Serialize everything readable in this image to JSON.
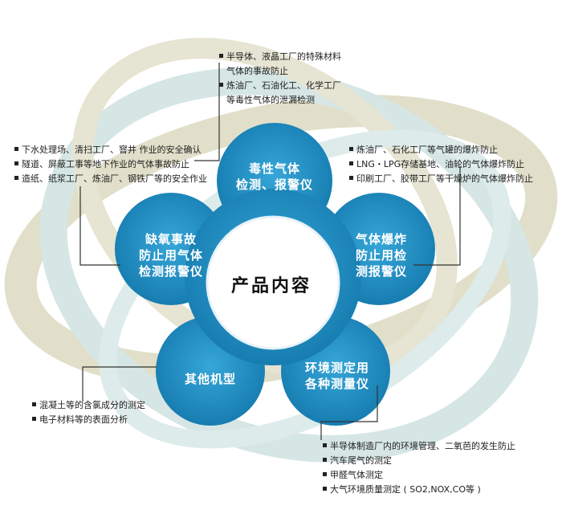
{
  "center_title": "产品内容",
  "petals": {
    "toxic": {
      "line1": "毒性气体",
      "line2": "检测、报警仪"
    },
    "oxygen": {
      "line1": "缺氧事故",
      "line2": "防止用气体",
      "line3": "检测报警仪"
    },
    "explosive": {
      "line1": "气体爆炸",
      "line2": "防止用检",
      "line3": "测报警仪"
    },
    "other": {
      "line1": "其他机型"
    },
    "environment": {
      "line1": "环境测定用",
      "line2": "各种测量仪"
    }
  },
  "notes": {
    "toxic": [
      "半导体、液晶工厂的特殊材料",
      "气体的事故防止",
      "炼油厂、石油化工、化学工厂",
      "等毒性气体的泄漏检测"
    ],
    "oxygen": [
      "下水处理场、清扫工厂、窨井 作业的安全确认",
      "隧道、屏蔽工事等地下作业的气体事故防止",
      "造纸、纸浆工厂、炼油厂、钢铁厂等的安全作业"
    ],
    "explosive": [
      "炼油厂、石化工厂等气罐的爆炸防止",
      "LNG・LPG存储基地、油轮的气体爆炸防止",
      "印刷工厂、胶带工厂等干燥炉的气体爆炸防止"
    ],
    "other": [
      "混凝土等的含氯成分的测定",
      "电子材料等的表面分析"
    ],
    "environment": [
      "半导体制造厂内的环境管理、二氧芭的发生防止",
      "汽车尾气的测定",
      "甲醛气体测定",
      "大气环境质量测定 ( SO2,NOX,CO等 )"
    ]
  },
  "colors": {
    "petal": "#1d8fc4",
    "petal_dark": "#0f6fa0",
    "ring_olive": "#b9b48a",
    "ring_teal": "#9fc6c2"
  }
}
